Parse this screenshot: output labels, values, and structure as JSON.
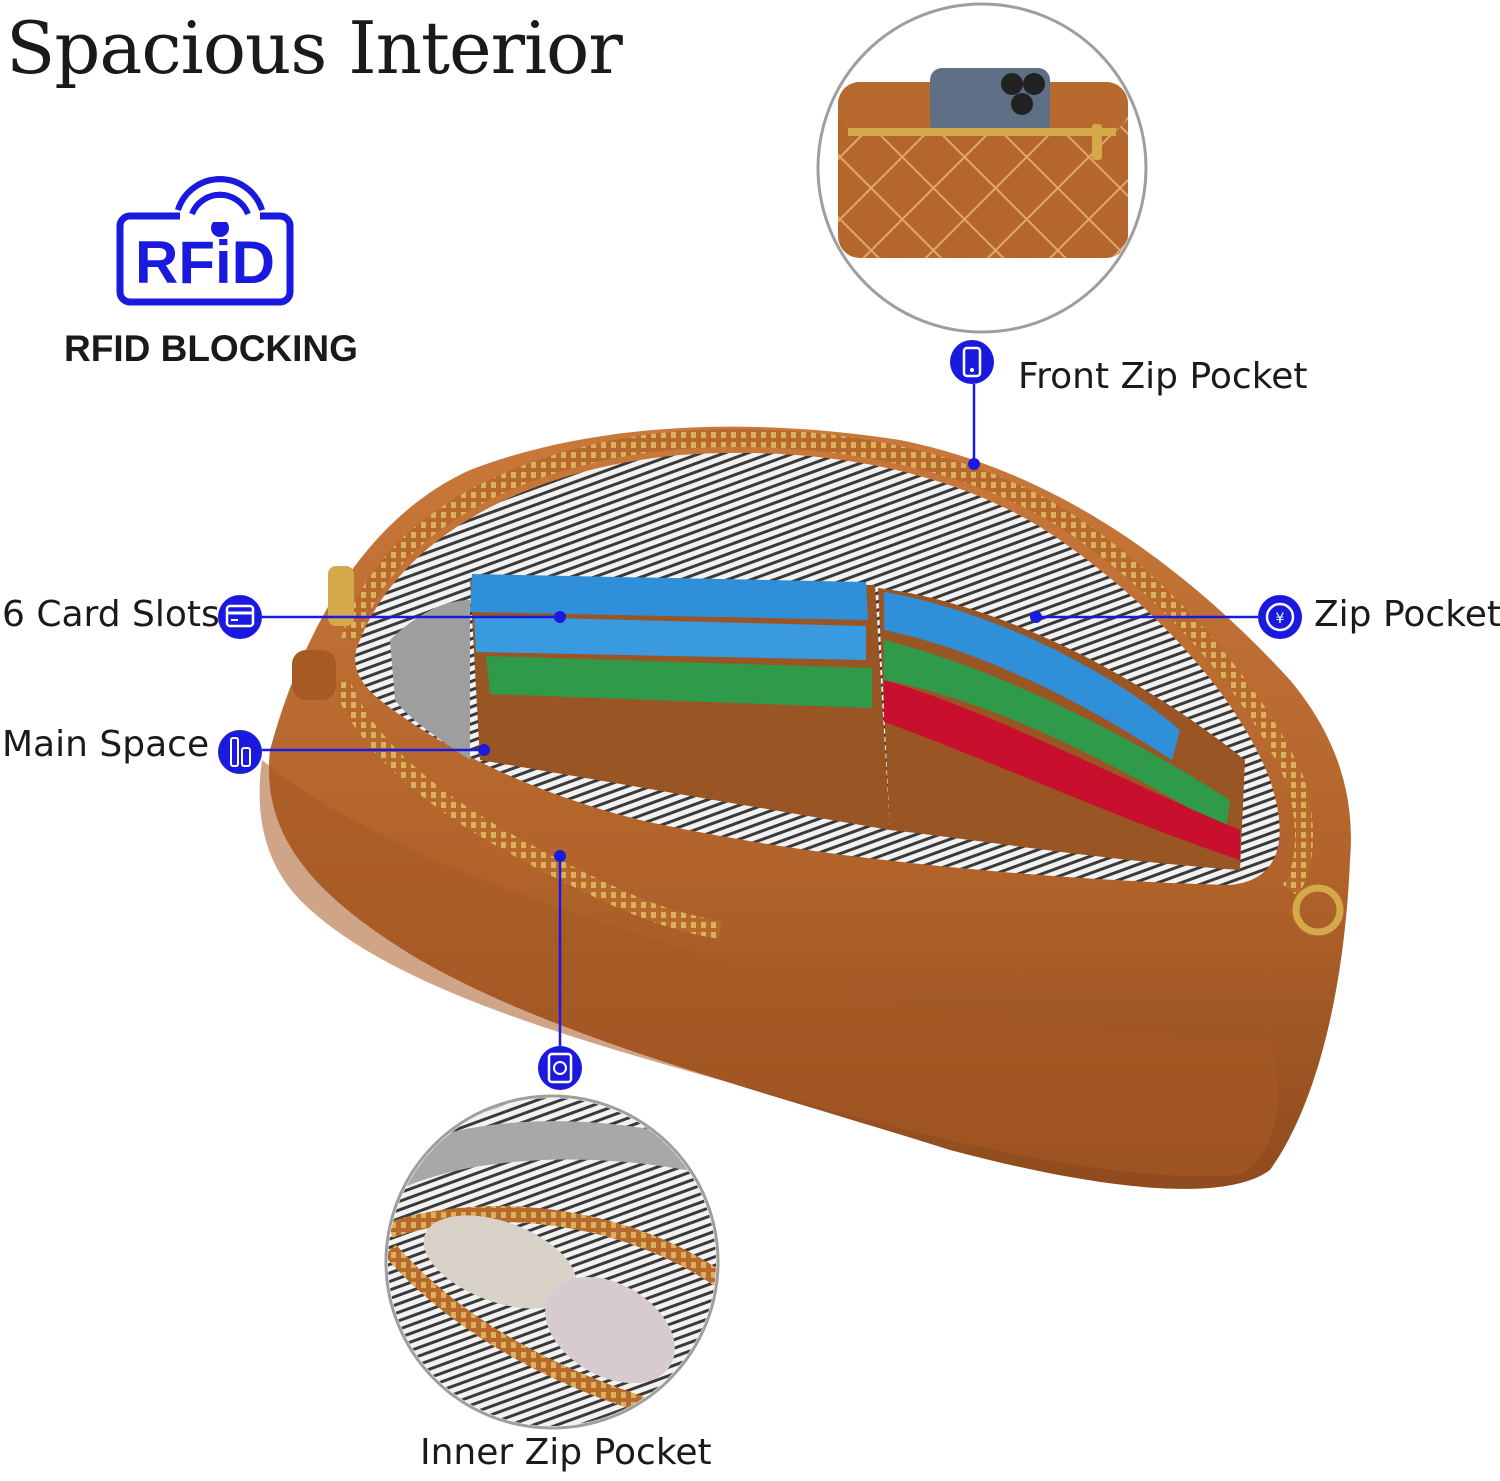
{
  "header": {
    "title": "Spacious Interior"
  },
  "rfid": {
    "logo_text": "RFiD",
    "caption": "RFID BLOCKING",
    "logo_icon": "rfid-logo-icon"
  },
  "callouts": {
    "front_zip_pocket": {
      "label": "Front Zip Pocket",
      "icon": "phone-icon"
    },
    "zip_pocket": {
      "label": "Zip Pocket",
      "icon": "yen-coin-icon"
    },
    "card_slots": {
      "label": "6 Card Slots",
      "icon": "credit-card-icon"
    },
    "main_space": {
      "label": "Main Space",
      "icon": "cosmetics-icon"
    },
    "inner_zip_pocket": {
      "label": "Inner Zip Pocket",
      "icon": "passport-icon"
    }
  },
  "colors": {
    "accent_blue": "#1a1adf",
    "leather": "#b8692e",
    "leather_dark": "#8a4a1c",
    "zipper_gold": "#d4a94a",
    "card_blue": "#2f8fd8",
    "card_green": "#2e9a4a",
    "card_red": "#c8102e"
  }
}
